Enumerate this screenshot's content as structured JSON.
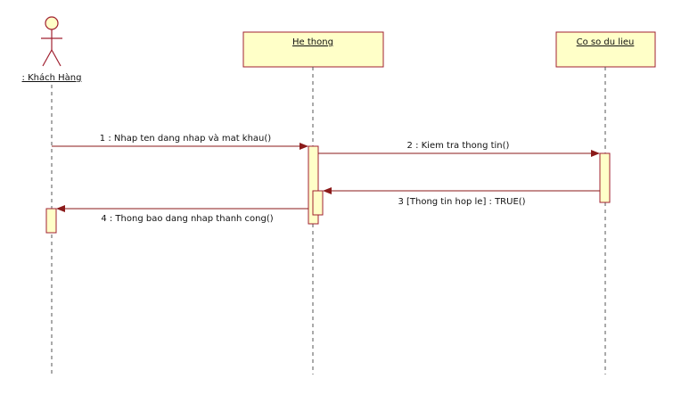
{
  "colors": {
    "box_fill": "#ffffc8",
    "box_stroke": "#a02030",
    "message": "#8b1a1a",
    "lifeline": "#555555"
  },
  "participants": {
    "actor": {
      "label": ": Khách Hàng",
      "icon": "actor-stick-figure-icon"
    },
    "system": {
      "label": "He thong"
    },
    "database": {
      "label": "Co so du lieu"
    }
  },
  "messages": [
    {
      "label": "1 : Nhap ten dang nhap và mat khau()",
      "kind": "call"
    },
    {
      "label": "2 : Kiem tra thong tin()",
      "kind": "call"
    },
    {
      "label": "3 [Thong tin hop le] : TRUE()",
      "kind": "return"
    },
    {
      "label": "4 : Thong bao dang nhap thanh cong()",
      "kind": "return"
    }
  ]
}
